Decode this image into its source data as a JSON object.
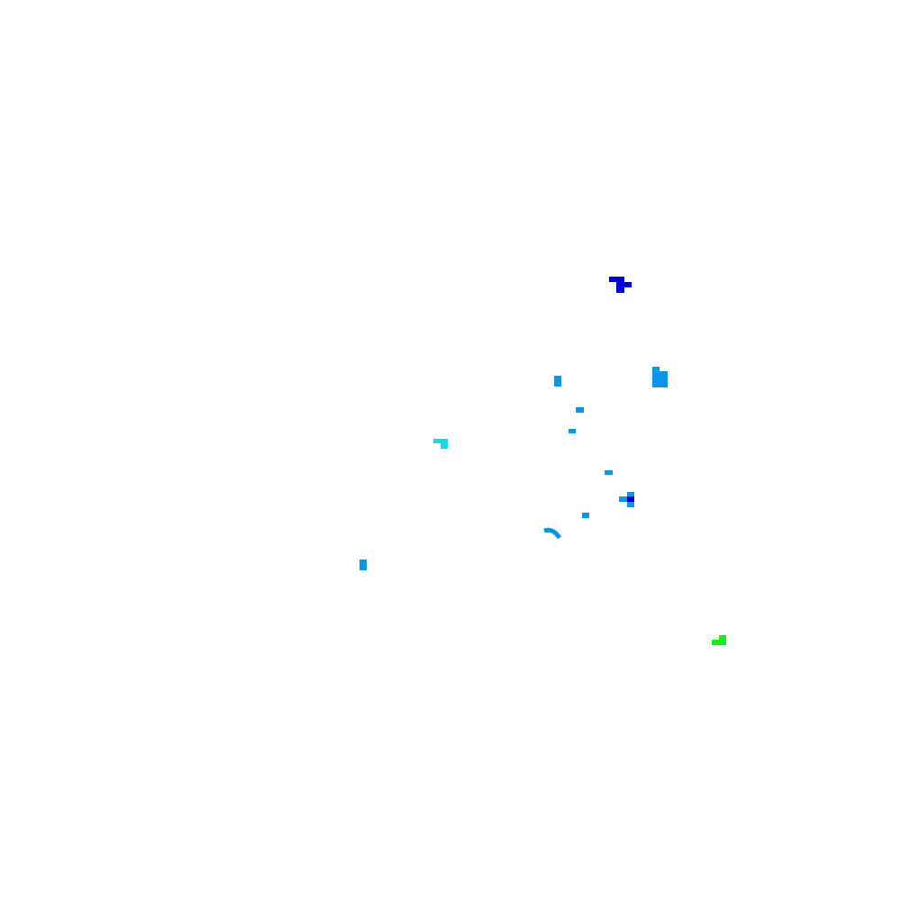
{
  "map": {
    "background": "#ffffff",
    "palette": {
      "dark_blue": "#0000d8",
      "blue": "#0a96e6",
      "cyan": "#14dce6",
      "green": "#14f014"
    },
    "features": [
      {
        "name": "dark-blue-cluster",
        "color": "dark_blue"
      },
      {
        "name": "blue-cluster-large",
        "color": "blue"
      },
      {
        "name": "blue-patch-a",
        "color": "blue"
      },
      {
        "name": "blue-patch-b",
        "color": "blue"
      },
      {
        "name": "blue-patch-c",
        "color": "blue"
      },
      {
        "name": "cyan-patch",
        "color": "cyan"
      },
      {
        "name": "blue-patch-d",
        "color": "blue"
      },
      {
        "name": "blue-dark-mixed-patch",
        "color": "blue"
      },
      {
        "name": "blue-patch-e",
        "color": "blue"
      },
      {
        "name": "blue-arc",
        "color": "blue"
      },
      {
        "name": "blue-patch-f",
        "color": "blue"
      },
      {
        "name": "green-patch",
        "color": "green"
      }
    ]
  }
}
